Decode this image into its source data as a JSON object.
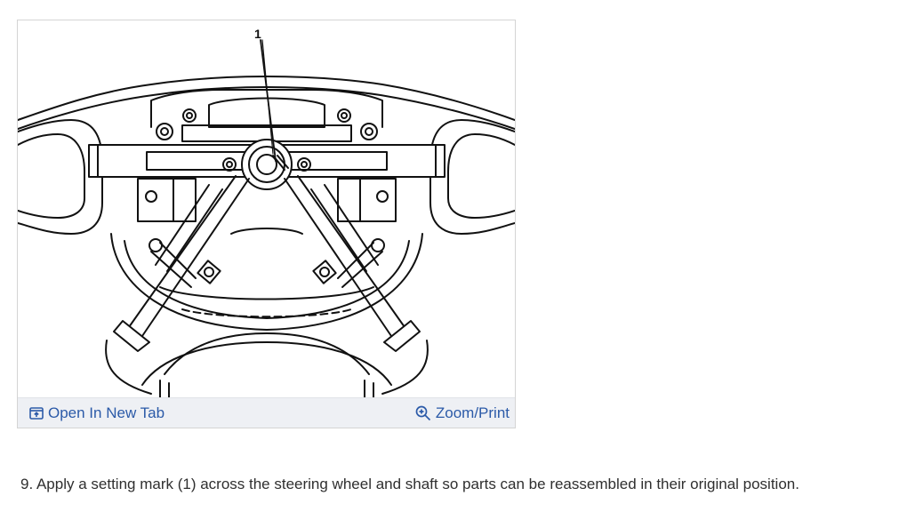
{
  "figure": {
    "callout_number": "1",
    "toolbar": {
      "open_new_tab_label": "Open In New Tab",
      "zoom_print_label": "Zoom/Print",
      "link_color": "#2b5aa8",
      "toolbar_bg": "#eef0f4",
      "open_icon": "open-in-new-tab-icon",
      "zoom_icon": "zoom-in-icon"
    }
  },
  "instruction": {
    "text": "9. Apply a setting mark (1) across the steering wheel and shaft so parts can be reassembled in their original position."
  }
}
